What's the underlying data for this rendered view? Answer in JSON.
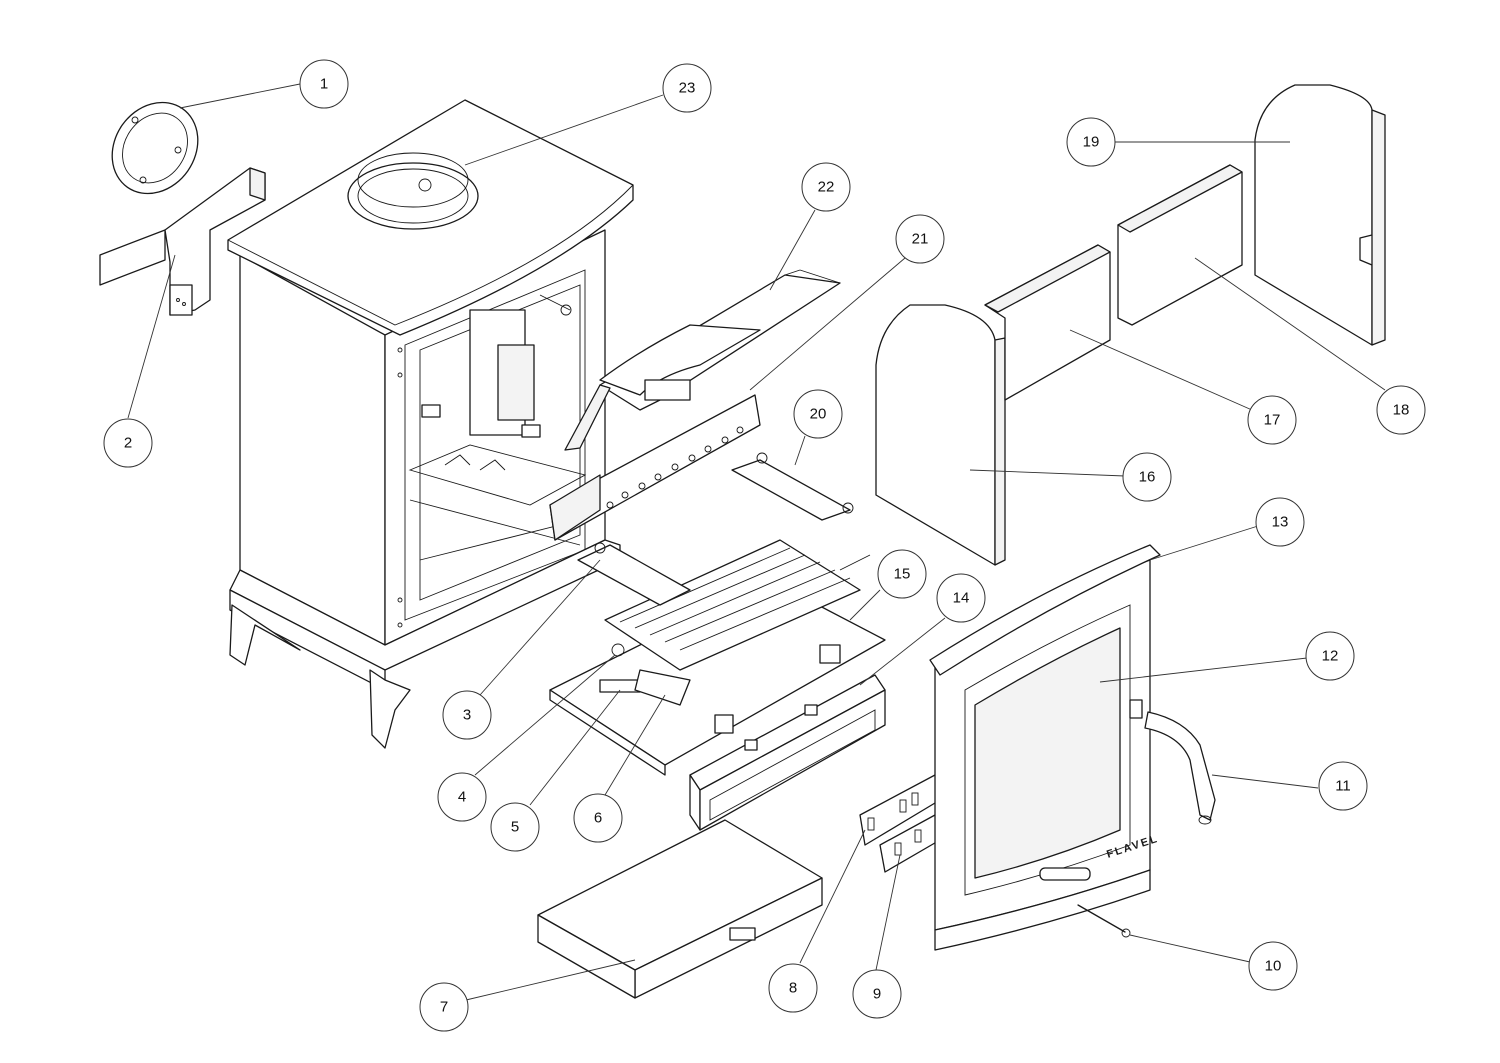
{
  "diagram": {
    "brand_text": "FLAVEL",
    "callouts": [
      {
        "label": "1"
      },
      {
        "label": "2"
      },
      {
        "label": "3"
      },
      {
        "label": "4"
      },
      {
        "label": "5"
      },
      {
        "label": "6"
      },
      {
        "label": "7"
      },
      {
        "label": "8"
      },
      {
        "label": "9"
      },
      {
        "label": "10"
      },
      {
        "label": "11"
      },
      {
        "label": "12"
      },
      {
        "label": "13"
      },
      {
        "label": "14"
      },
      {
        "label": "15"
      },
      {
        "label": "16"
      },
      {
        "label": "17"
      },
      {
        "label": "18"
      },
      {
        "label": "19"
      },
      {
        "label": "20"
      },
      {
        "label": "21"
      },
      {
        "label": "22"
      },
      {
        "label": "23"
      }
    ]
  }
}
